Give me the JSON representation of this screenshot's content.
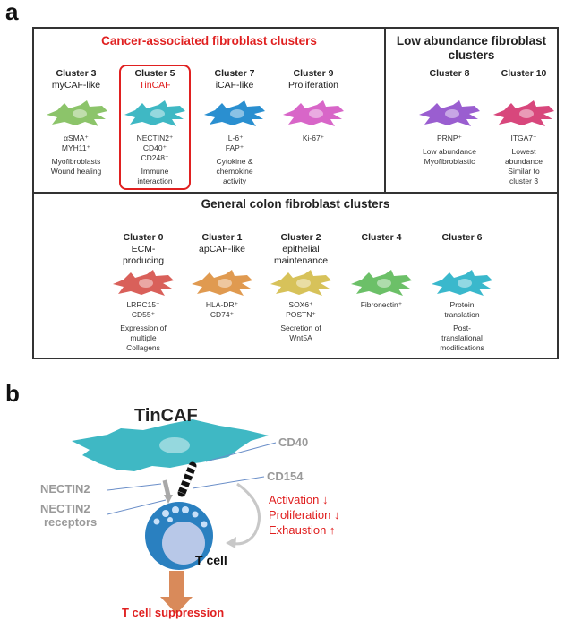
{
  "panel_a": {
    "letter": "a",
    "cancer_title": "Cancer-associated fibroblast clusters",
    "low_title_line1": "Low abundance fibroblast",
    "low_title_line2": "clusters",
    "general_title": "General colon fibroblast clusters",
    "clusters": {
      "c3": {
        "name": "Cluster 3",
        "sub": "myCAF-like",
        "m1": "αSMA⁺",
        "m2": "MYH11⁺",
        "d1": "Myofibroblasts",
        "d2": "Wound healing",
        "color": "#8cc46a"
      },
      "c5": {
        "name": "Cluster 5",
        "sub": "TinCAF",
        "m1": "NECTIN2⁺",
        "m2": "CD40⁺",
        "m3": "CD248⁺",
        "d1": "Immune",
        "d2": "interaction",
        "color": "#3fb8c4"
      },
      "c7": {
        "name": "Cluster 7",
        "sub": "iCAF-like",
        "m1": "IL-6⁺",
        "m2": "FAP⁺",
        "d1": "Cytokine &",
        "d2": "chemokine",
        "d3": "activity",
        "color": "#2a8fd0"
      },
      "c9": {
        "name": "Cluster 9",
        "sub": "Proliferation",
        "m1": "Ki-67⁺",
        "color": "#d866c8"
      },
      "c8": {
        "name": "Cluster 8",
        "m1": "PRNP⁺",
        "d1": "Low abundance",
        "d2": "Myofibroblastic",
        "color": "#9a5ed0"
      },
      "c10": {
        "name": "Cluster 10",
        "m1": "ITGA7⁺",
        "d1": "Lowest",
        "d2": "abundance",
        "d3": "Similar to",
        "d4": "cluster 3",
        "color": "#d8477c"
      },
      "c0": {
        "name": "Cluster 0",
        "sub1": "ECM-",
        "sub2": "producing",
        "m1": "LRRC15⁺",
        "m2": "CD55⁺",
        "d1": "Expression of",
        "d2": "multiple",
        "d3": "Collagens",
        "color": "#d9605a"
      },
      "c1": {
        "name": "Cluster 1",
        "sub1": "apCAF-like",
        "m1": "HLA-DR⁺",
        "m2": "CD74⁺",
        "color": "#e09a50"
      },
      "c2": {
        "name": "Cluster 2",
        "sub1": "epithelial",
        "sub2": "maintenance",
        "m1": "SOX6⁺",
        "m2": "POSTN⁺",
        "d1": "Secretion of",
        "d2": "Wnt5A",
        "color": "#d7c25a"
      },
      "c4": {
        "name": "Cluster 4",
        "m1": "Fibronectin⁺",
        "color": "#6cc068"
      },
      "c6": {
        "name": "Cluster 6",
        "m1": "Protein",
        "m2": "translation",
        "d1": "Post-",
        "d2": "translational",
        "d3": "modifications",
        "color": "#3ab8cc"
      }
    }
  },
  "panel_b": {
    "letter": "b",
    "tincaf": "TinCAF",
    "cd40": "CD40",
    "cd154": "CD154",
    "nectin2": "NECTIN2",
    "nectin2_receptors_1": "NECTIN2",
    "nectin2_receptors_2": "receptors",
    "effect1": "Activation ↓",
    "effect2": "Proliferation ↓",
    "effect3": "Exhaustion ↑",
    "tcell": "T cell",
    "suppression": "T cell suppression",
    "colors": {
      "red": "#e02020",
      "gray": "#9a9a9a",
      "cell_blue": "#2a80c0",
      "arrow": "#d98a5a"
    }
  }
}
